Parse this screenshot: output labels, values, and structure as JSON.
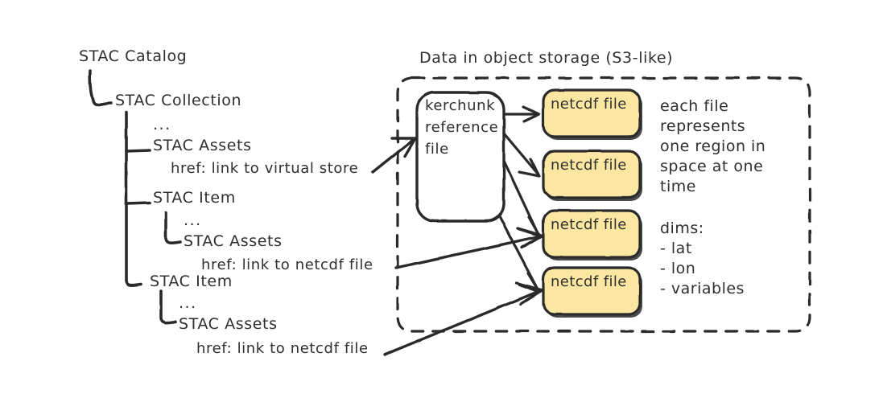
{
  "diagram": {
    "title_right": "Data in object storage (S3-like)",
    "tree": {
      "catalog": "STAC Catalog",
      "collection": "STAC Collection",
      "ellipsis": "...",
      "assets_1": "STAC Assets",
      "href_1": "href: link to virtual store",
      "item_1": "STAC Item",
      "ellipsis_2": "...",
      "assets_2": "STAC Assets",
      "href_2": "href: link to netcdf file",
      "item_2": "STAC Item",
      "ellipsis_3": "...",
      "assets_3": "STAC Assets",
      "href_3": "href: link to netcdf file"
    },
    "kerchunk_box": {
      "line1": "kerchunk",
      "line2": "reference",
      "line3": "file"
    },
    "netcdf_files": [
      {
        "label": "netcdf file"
      },
      {
        "label": "netcdf file"
      },
      {
        "label": "netcdf file"
      },
      {
        "label": "netcdf file"
      }
    ],
    "annotations": {
      "each_file": "each file\nrepresents\none region in\nspace at one\ntime",
      "dims": "dims:\n- lat\n- lon\n- variables"
    },
    "colors": {
      "netcdf_fill": "#FBE7A1",
      "stroke": "#2b2b2b",
      "background": "#ffffff"
    }
  }
}
